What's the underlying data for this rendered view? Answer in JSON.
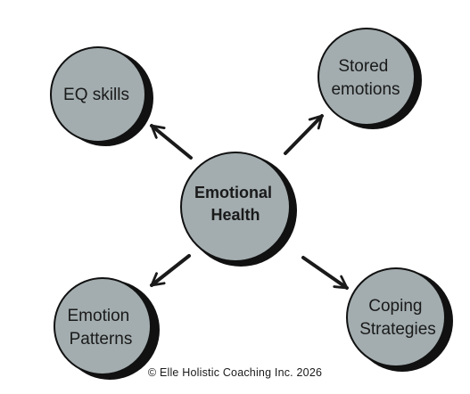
{
  "diagram": {
    "center": {
      "lines": [
        "Emotional",
        "Health"
      ]
    },
    "nodes": {
      "top_left": {
        "lines": [
          "EQ skills"
        ]
      },
      "top_right": {
        "lines": [
          "Stored",
          "emotions"
        ]
      },
      "bottom_left": {
        "lines": [
          "Emotion",
          "Patterns"
        ]
      },
      "bottom_right": {
        "lines": [
          "Coping",
          "Strategies"
        ]
      }
    },
    "colors": {
      "fill": "#a3adaf",
      "outline": "#111111",
      "arrow": "#1a1a1a",
      "text": "#1a1a1a"
    }
  },
  "footer": {
    "copyright": "© Elle Holistic Coaching Inc. 2026"
  }
}
